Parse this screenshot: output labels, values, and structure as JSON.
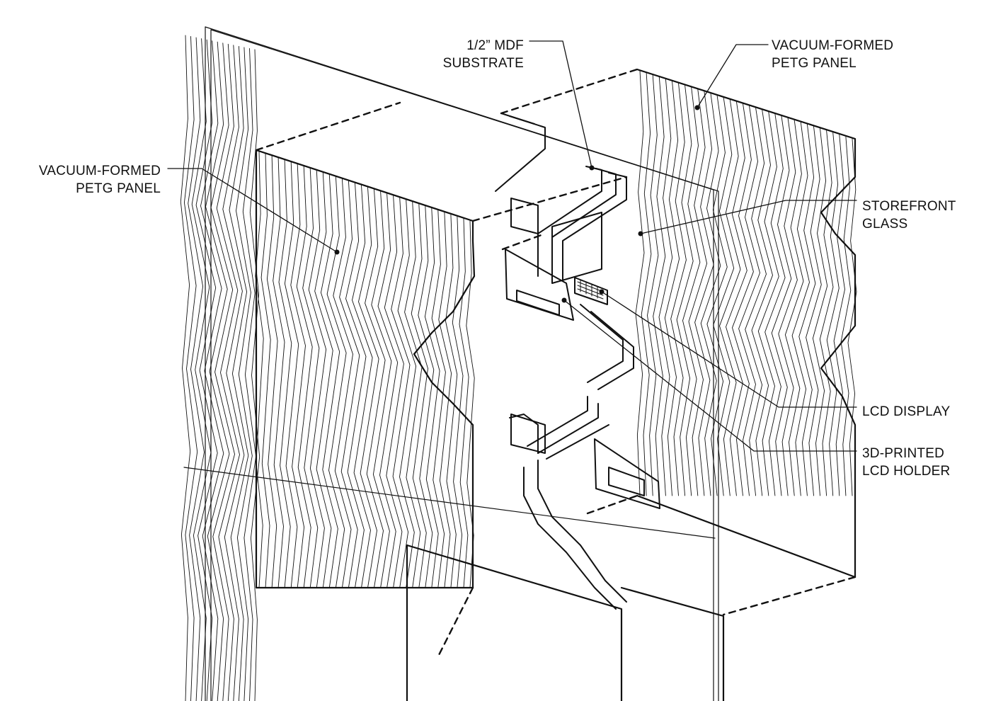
{
  "labels": {
    "mdf": {
      "line1": "1/2” MDF",
      "line2": "SUBSTRATE"
    },
    "petg_right": {
      "line1": "VACUUM-FORMED",
      "line2": "PETG PANEL"
    },
    "petg_left": {
      "line1": "VACUUM-FORMED",
      "line2": "PETG PANEL"
    },
    "glass": {
      "line1": "STOREFRONT",
      "line2": "GLASS"
    },
    "lcd_display": {
      "line1": "LCD DISPLAY"
    },
    "lcd_holder": {
      "line1": "3D-PRINTED",
      "line2": "LCD HOLDER"
    }
  },
  "colors": {
    "ink": "#111111",
    "paper": "#ffffff"
  }
}
